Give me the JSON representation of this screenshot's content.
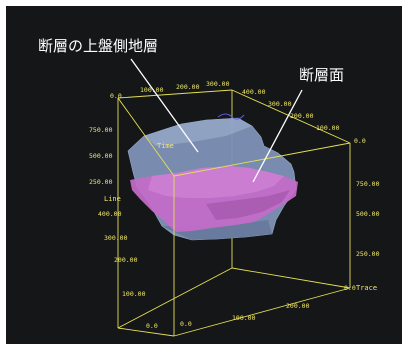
{
  "annotations": {
    "hanging_wall_label": "断層の上盤側地層",
    "fault_plane_label": "断層面"
  },
  "axes": {
    "time_label": "Time",
    "line_label": "Line",
    "trace_label": "Trace",
    "top_back_ticks": [
      "0.0",
      "100.00",
      "200.00",
      "300.00"
    ],
    "top_right_ticks": [
      "400.00",
      "300.00",
      "200.00",
      "100.00",
      "0.0"
    ],
    "left_time_ticks": [
      "750.00",
      "500.00",
      "250.00"
    ],
    "left_line_ticks": [
      "400.00",
      "300.00",
      "200.00",
      "100.00",
      "0.0"
    ],
    "right_time_ticks": [
      "750.00",
      "500.00",
      "250.00",
      "0.0"
    ],
    "bottom_ticks": [
      "0.0",
      "100.00",
      "200.00"
    ]
  },
  "colors": {
    "background": "#141618",
    "axis": "#e6df55",
    "hanging_wall": "#7f93b8",
    "fault_plane": "#c56cc9"
  }
}
